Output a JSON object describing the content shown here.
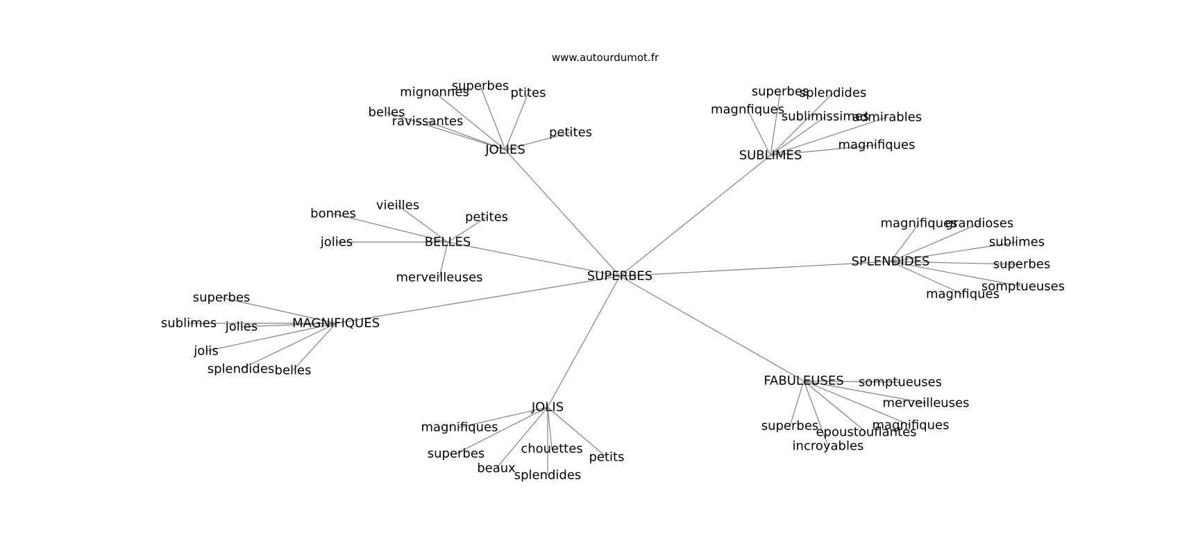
{
  "site": "www.autourdumot.fr",
  "graph": {
    "root": "SUPERBES",
    "hubs": [
      {
        "id": "jolies",
        "label": "JOLIES",
        "leaves": [
          "superbes",
          "mignonnes",
          "ptites",
          "belles",
          "ravissantes",
          "petites"
        ]
      },
      {
        "id": "sublimes",
        "label": "SUBLIMES",
        "leaves": [
          "superbes",
          "splendides",
          "magnfiques",
          "sublimissimes",
          "admirables",
          "magnifiques"
        ]
      },
      {
        "id": "belles",
        "label": "BELLES",
        "leaves": [
          "vieilles",
          "bonnes",
          "petites",
          "jolies",
          "merveilleuses"
        ]
      },
      {
        "id": "splendides",
        "label": "SPLENDIDES",
        "leaves": [
          "magnifiques",
          "grandioses",
          "sublimes",
          "superbes",
          "somptueuses",
          "magnfiques"
        ]
      },
      {
        "id": "magnifiques",
        "label": "MAGNIFIQUES",
        "leaves": [
          "superbes",
          "sublimes",
          "jolies",
          "jolis",
          "splendides",
          "belles"
        ]
      },
      {
        "id": "fabuleuses",
        "label": "FABULEUSES",
        "leaves": [
          "somptueuses",
          "merveilleuses",
          "magnifiques",
          "superbes",
          "epoustouflantes",
          "incroyables"
        ]
      },
      {
        "id": "jolis",
        "label": "JOLIS",
        "leaves": [
          "magnifiques",
          "superbes",
          "chouettes",
          "petits",
          "beaux",
          "splendides"
        ]
      }
    ]
  }
}
